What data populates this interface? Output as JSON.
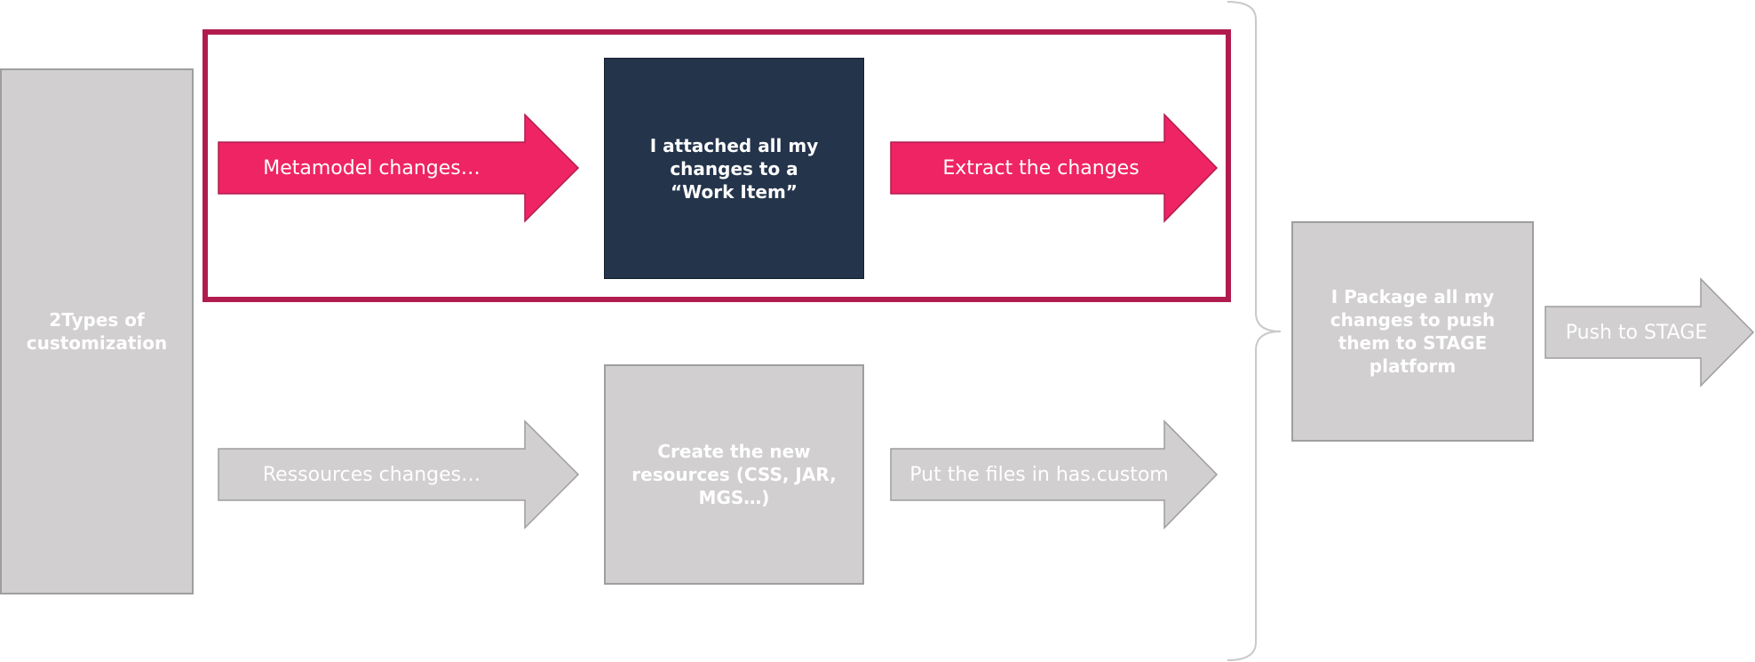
{
  "colors": {
    "highlight_frame": "#b11c4e",
    "pink_arrow": "#ef2464",
    "grey": "#d1cfcf",
    "grey_border": "#9e9e9e",
    "navy": "#24344b",
    "text": "#ffffff"
  },
  "left_label": "2Types of\ncustomization",
  "top_row": {
    "arrow_in": "Metamodel changes…",
    "box": "I attached all my\nchanges to a\n“Work Item”",
    "arrow_out": "Extract the changes"
  },
  "bottom_row": {
    "arrow_in": "Ressources changes…",
    "box": "Create the new\nresources (CSS, JAR,\nMGS…)",
    "arrow_out": "Put the files in has.custom"
  },
  "package_box": "I Package all my\nchanges to push\nthem to STAGE\nplatform",
  "push_arrow": "Push to STAGE"
}
